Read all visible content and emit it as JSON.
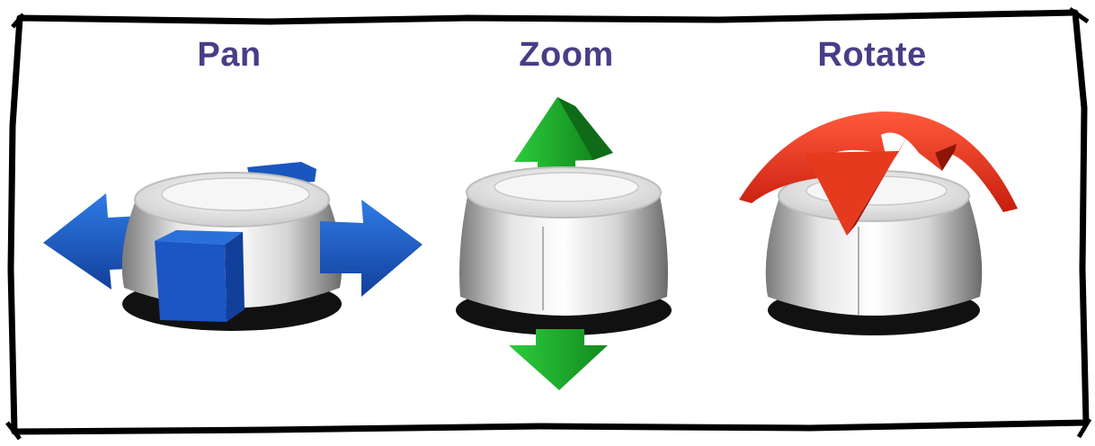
{
  "panels": [
    {
      "id": "pan",
      "label": "Pan",
      "arrow_color": "#1f5fc8"
    },
    {
      "id": "zoom",
      "label": "Zoom",
      "arrow_color": "#1faa2f"
    },
    {
      "id": "rotate",
      "label": "Rotate",
      "arrow_color": "#e8321e"
    }
  ],
  "colors": {
    "frame": "#000000",
    "label": "#4a3d86",
    "background": "#ffffff"
  }
}
